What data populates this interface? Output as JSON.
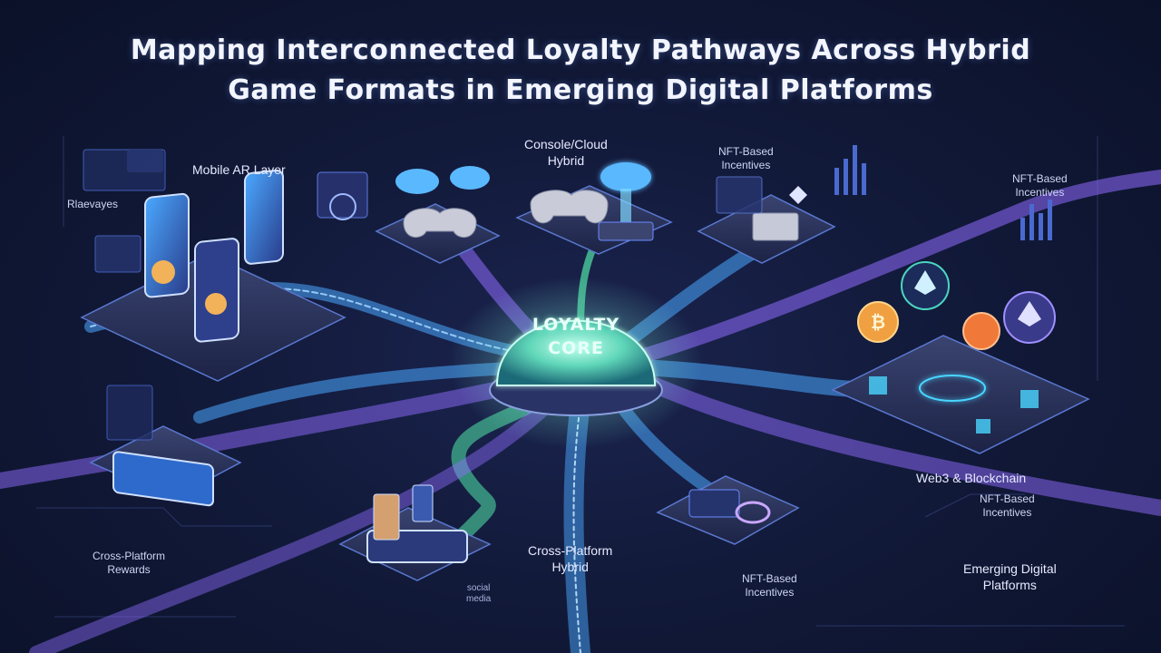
{
  "title": {
    "line1": "Mapping Interconnected Loyalty Pathways Across Hybrid",
    "line2": "Game Formats in Emerging Digital Platforms"
  },
  "core": {
    "line1": "LOYALTY",
    "line2": "CORE"
  },
  "labels": {
    "mobile_ar": "Mobile AR Layer",
    "rewards_top": "Rlaevayes",
    "console_cloud_1": "Console/Cloud",
    "console_cloud_2": "Hybrid",
    "nft_top_1": "NFT-Based",
    "nft_top_2": "Incentives",
    "nft_right_1": "NFT-Based",
    "nft_right_2": "Incentives",
    "web3": "Web3 & Blockchain",
    "nft_mid_1": "NFT-Based",
    "nft_mid_2": "Incentives",
    "emerging_1": "Emerging Digital",
    "emerging_2": "Platforms",
    "nft_bottom_1": "NFT-Based",
    "nft_bottom_2": "Incentives",
    "cross_hybrid_1": "Cross-Platform",
    "cross_hybrid_2": "Hybrid",
    "cross_rewards_1": "Cross-Platform",
    "cross_rewards_2": "Rewards",
    "social_1": "social",
    "social_2": "media"
  },
  "colors": {
    "background": "#121a3a",
    "path_blue": "#4aa8ff",
    "path_purple": "#8f6cff",
    "path_green": "#4dd6a0",
    "core_glow": "#7ff0d0"
  }
}
